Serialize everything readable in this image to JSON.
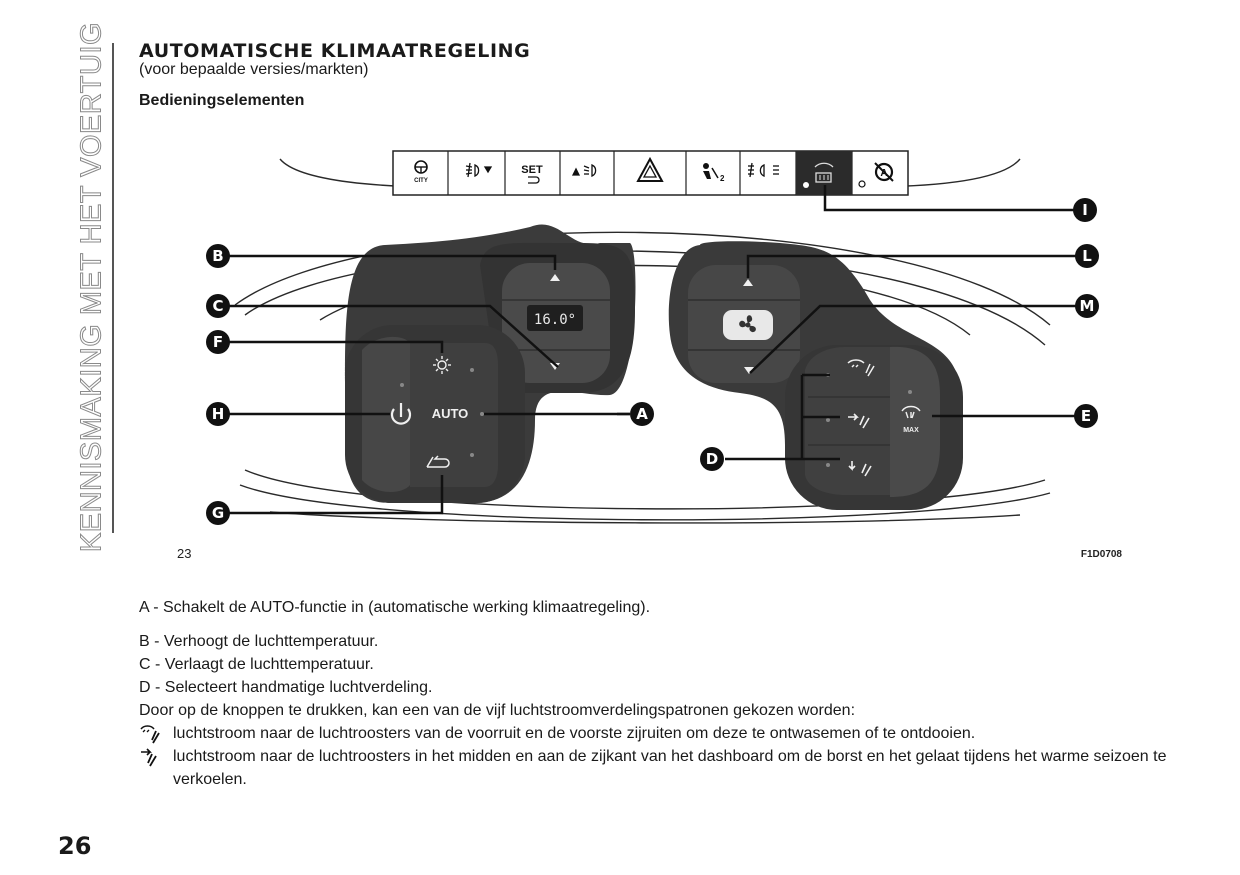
{
  "sidebar": {
    "label": "KENNISMAKING MET HET VOERTUIG"
  },
  "header": {
    "title": "AUTOMATISCHE KLIMAATREGELING",
    "subtitle": "(voor bepaalde versies/markten)"
  },
  "section_heading": "Bedieningselementen",
  "figure": {
    "number": "23",
    "code": "F1D0708",
    "display_temp": "16.0°",
    "auto_label": "AUTO",
    "max_label": "MAX",
    "city_label": "CITY",
    "set_label": "SET",
    "callouts": [
      "A",
      "B",
      "C",
      "D",
      "E",
      "F",
      "G",
      "H",
      "I",
      "L",
      "M"
    ],
    "icons": {
      "switch_strip": [
        "city-steering-icon",
        "front-fog-icon",
        "set-speed-icon",
        "auto-headlight-icon",
        "hazard-triangle-icon",
        "passenger-airbag-icon",
        "rear-fog-icon",
        "rear-window-defrost-icon",
        "start-stop-off-icon"
      ],
      "left_panel": [
        "sun-icon",
        "power-icon",
        "recirculation-icon"
      ],
      "right_panel": [
        "fan-icon",
        "windscreen-vent-icon",
        "face-vent-icon",
        "feet-vent-icon",
        "max-defrost-icon"
      ]
    }
  },
  "descriptions": [
    "A - Schakelt de AUTO-functie in (automatische werking klimaatregeling).",
    "B - Verhoogt de luchttemperatuur.",
    "C - Verlaagt de luchttemperatuur.",
    "D - Selecteert handmatige luchtverdeling.",
    "Door op de knoppen te drukken, kan een van de vijf luchtstroomverdelingspatronen gekozen worden:"
  ],
  "bullets": [
    {
      "icon": "windscreen-vent-icon",
      "text": "luchtstroom naar de luchtroosters van de voorruit en de voorste zijruiten om deze te ontwasemen of te ontdooien."
    },
    {
      "icon": "face-vent-icon",
      "text": "luchtstroom naar de luchtroosters in het midden en aan de zijkant van het dashboard om de borst en het gelaat tijdens het warme seizoen te verkoelen."
    }
  ],
  "page_number": "26"
}
